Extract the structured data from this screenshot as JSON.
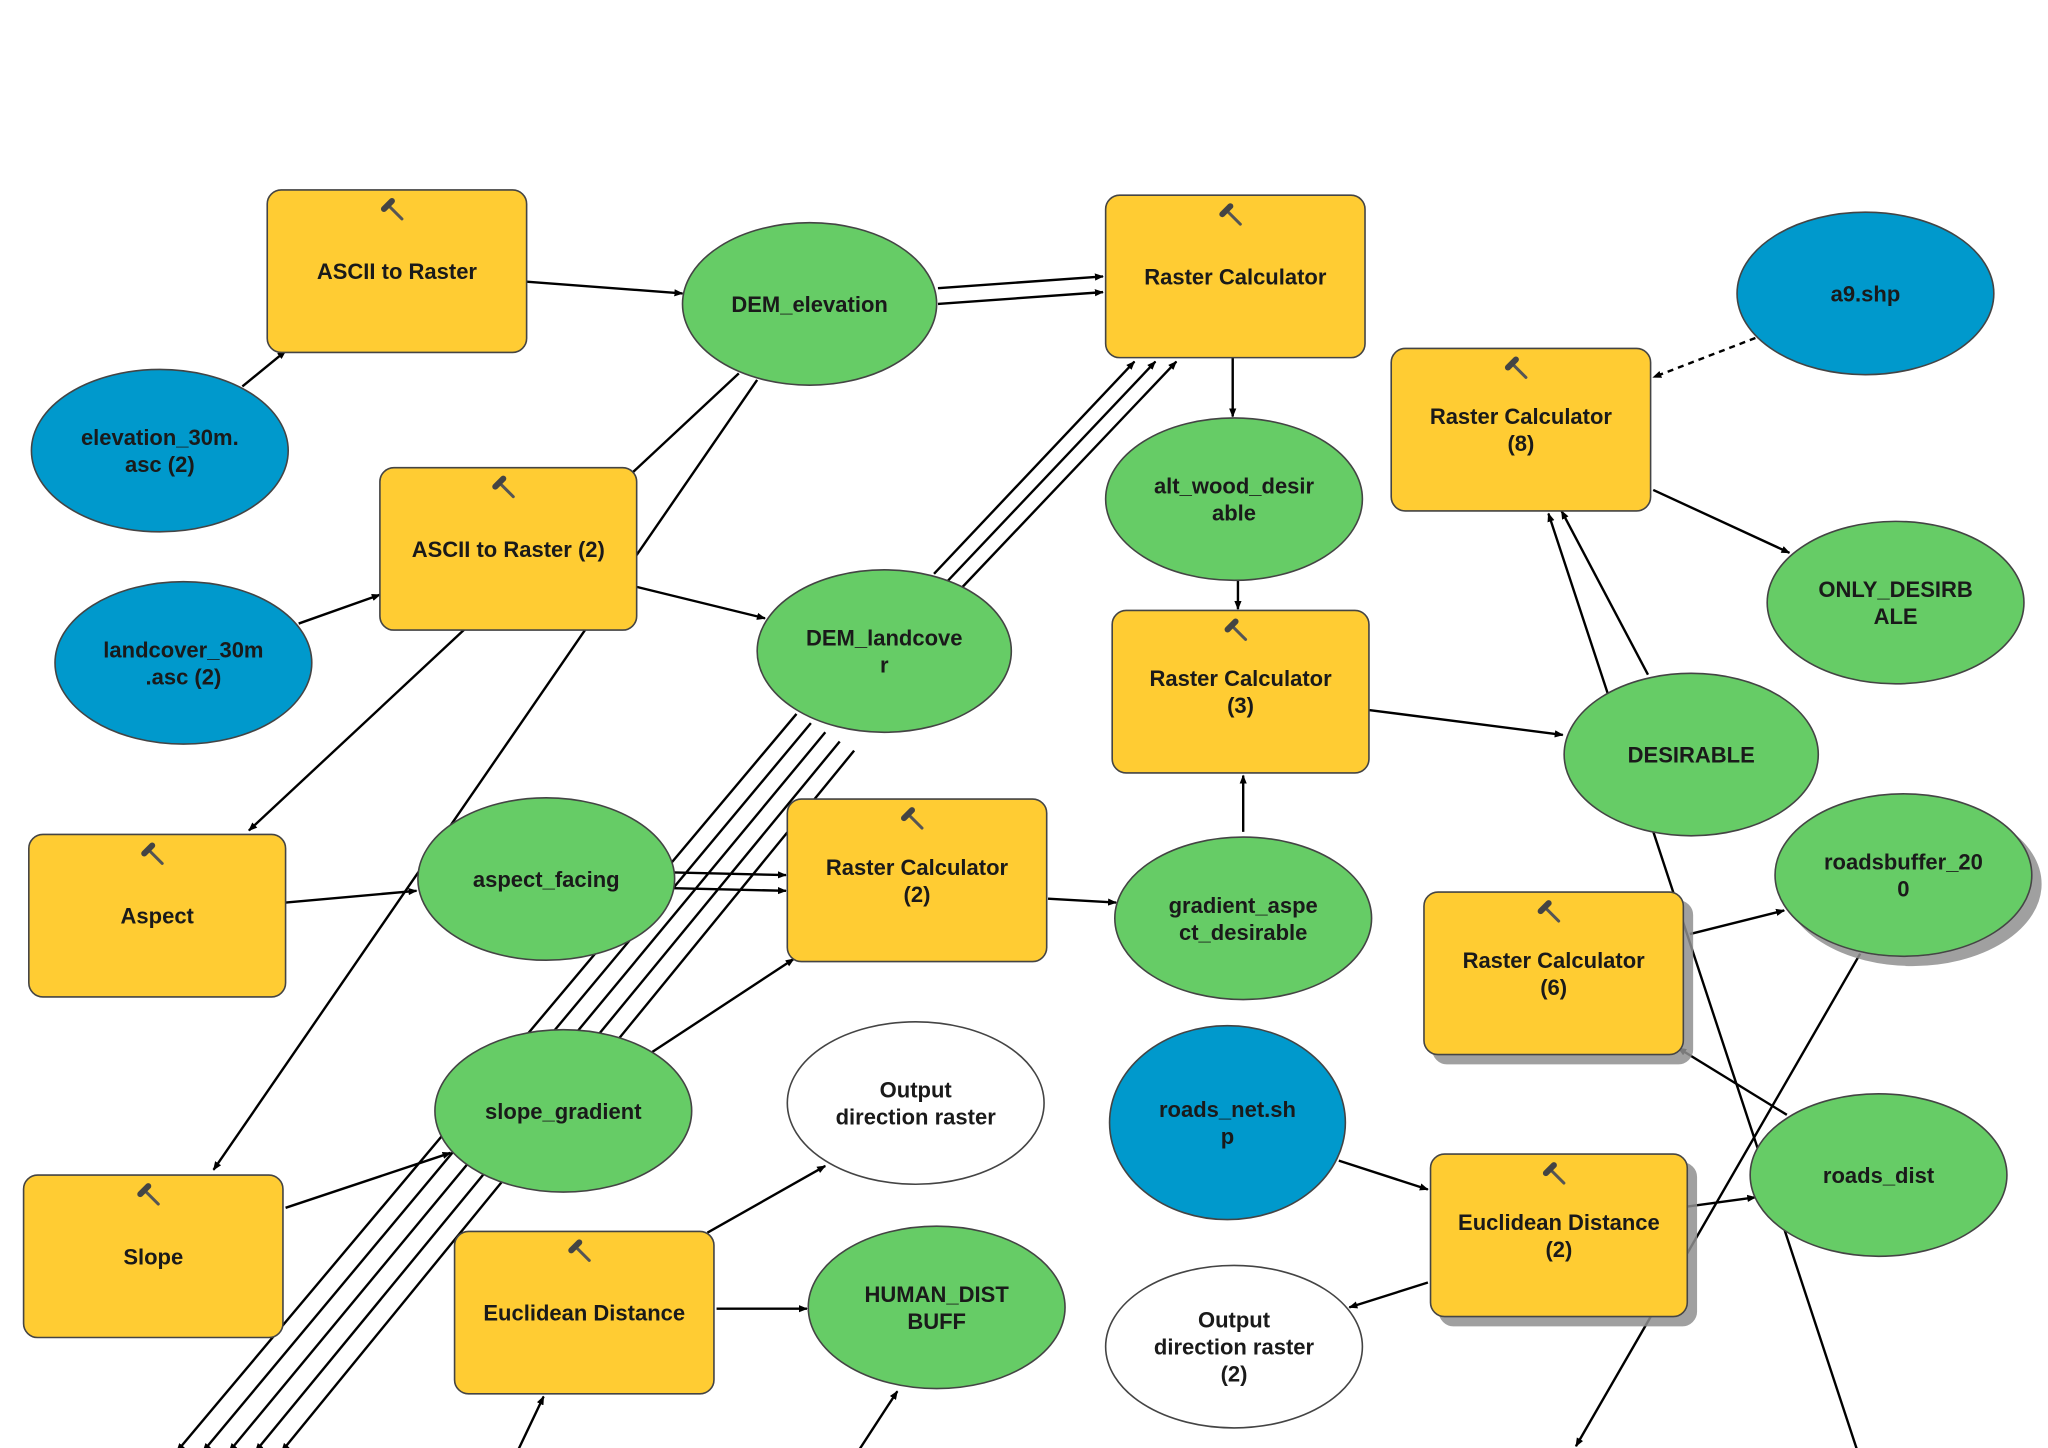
{
  "colors": {
    "tool": "#FFCC33",
    "derived": "#66CC66",
    "input": "#0099CC",
    "output_empty": "#FFFFFF",
    "stroke": "#444444"
  },
  "tool_icon": "hammer-icon",
  "nodes": [
    {
      "id": "ascii_to_raster",
      "kind": "tool",
      "lines": [
        "ASCII to Raster"
      ]
    },
    {
      "id": "dem_elevation",
      "kind": "derived",
      "lines": [
        "DEM_elevation"
      ]
    },
    {
      "id": "raster_calculator",
      "kind": "tool",
      "lines": [
        "Raster Calculator"
      ]
    },
    {
      "id": "a9_shp",
      "kind": "input",
      "lines": [
        "a9.shp"
      ]
    },
    {
      "id": "elevation_30m",
      "kind": "input",
      "lines": [
        "elevation_30m.",
        "asc (2)"
      ]
    },
    {
      "id": "raster_calculator_8",
      "kind": "tool",
      "lines": [
        "Raster Calculator",
        "(8)"
      ]
    },
    {
      "id": "ascii_to_raster_2",
      "kind": "tool",
      "lines": [
        "ASCII to Raster (2)"
      ]
    },
    {
      "id": "alt_wood_desirable",
      "kind": "derived",
      "lines": [
        "alt_wood_desir",
        "able"
      ]
    },
    {
      "id": "only_desirable",
      "kind": "derived",
      "lines": [
        "ONLY_DESIRB",
        "ALE"
      ]
    },
    {
      "id": "landcover_30m",
      "kind": "input",
      "lines": [
        "landcover_30m",
        ".asc (2)"
      ]
    },
    {
      "id": "dem_landcover",
      "kind": "derived",
      "lines": [
        "DEM_landcove",
        "r"
      ]
    },
    {
      "id": "raster_calculator_3",
      "kind": "tool",
      "lines": [
        "Raster Calculator",
        "(3)"
      ]
    },
    {
      "id": "desirable",
      "kind": "derived",
      "lines": [
        "DESIRABLE"
      ]
    },
    {
      "id": "aspect",
      "kind": "tool",
      "lines": [
        "Aspect"
      ]
    },
    {
      "id": "aspect_facing",
      "kind": "derived",
      "lines": [
        "aspect_facing"
      ]
    },
    {
      "id": "raster_calculator_2",
      "kind": "tool",
      "lines": [
        "Raster Calculator",
        "(2)"
      ]
    },
    {
      "id": "gradient_aspect_desirable",
      "kind": "derived",
      "lines": [
        "gradient_aspe",
        "ct_desirable"
      ]
    },
    {
      "id": "roadsbuffer_200",
      "kind": "derived",
      "lines": [
        "roadsbuffer_20",
        "0"
      ]
    },
    {
      "id": "raster_calculator_6",
      "kind": "tool",
      "lines": [
        "Raster Calculator",
        "(6)"
      ]
    },
    {
      "id": "slope_gradient",
      "kind": "derived",
      "lines": [
        "slope_gradient"
      ]
    },
    {
      "id": "output_direction_raster",
      "kind": "output_empty",
      "lines": [
        "Output",
        "direction raster"
      ]
    },
    {
      "id": "roads_net",
      "kind": "input",
      "lines": [
        "roads_net.sh",
        "p"
      ]
    },
    {
      "id": "roads_dist",
      "kind": "derived",
      "lines": [
        "roads_dist"
      ]
    },
    {
      "id": "slope",
      "kind": "tool",
      "lines": [
        "Slope"
      ]
    },
    {
      "id": "euclidean_distance_2",
      "kind": "tool",
      "lines": [
        "Euclidean Distance",
        "(2)"
      ]
    },
    {
      "id": "euclidean_distance",
      "kind": "tool",
      "lines": [
        "Euclidean Distance"
      ]
    },
    {
      "id": "human_dist_buff",
      "kind": "derived",
      "lines": [
        "HUMAN_DIST",
        "BUFF"
      ]
    },
    {
      "id": "output_direction_raster_2",
      "kind": "output_empty",
      "lines": [
        "Output",
        "direction raster",
        "(2)"
      ]
    }
  ]
}
